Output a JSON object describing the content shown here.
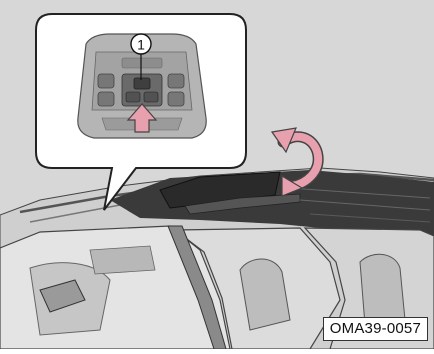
{
  "illustration": {
    "callout_number": "1",
    "reference_code": "OMA39-0057",
    "colors": {
      "background": "#d7d7d7",
      "arrow": "#e8a0ae",
      "roof_glass": "#3a3a3a",
      "line": "#222222"
    },
    "icons": [
      "overhead-console",
      "press-arrow",
      "rotate-arrow",
      "sunroof",
      "car-body"
    ]
  }
}
